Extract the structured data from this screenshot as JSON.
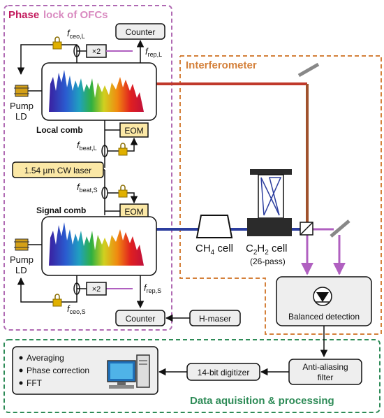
{
  "sections": {
    "ofc_title_part1": "Phase",
    "ofc_title_part2": "lock of OFCs",
    "interferometer_title": "Interferometer",
    "daq_title": "Data aquisition & processing"
  },
  "components": {
    "counter_top": "Counter",
    "counter_bottom": "Counter",
    "hmaser": "H-maser",
    "x2_top": "×2",
    "x2_bottom": "×2",
    "eom_top": "EOM",
    "eom_bottom": "EOM",
    "cw_laser": "1.54 µm CW laser",
    "pump_top_1": "Pump",
    "pump_top_2": "LD",
    "pump_bottom_1": "Pump",
    "pump_bottom_2": "LD",
    "local_comb": "Local comb",
    "signal_comb": "Signal comb",
    "ch4_cell_main": "CH",
    "ch4_cell_sub": "4",
    "ch4_cell_tail": " cell",
    "c2h2_c": "C",
    "c2h2_sub1": "2",
    "c2h2_h": "H",
    "c2h2_sub2": "2",
    "c2h2_tail": " cell",
    "c2h2_pass": "(26-pass)",
    "balanced_detection": "Balanced detection",
    "anti_aliasing_1": "Anti-aliasing",
    "anti_aliasing_2": "filter",
    "digitizer": "14-bit digitizer",
    "processing_items": [
      "Averaging",
      "Phase correction",
      "FFT"
    ]
  },
  "frequencies": {
    "f_ceo_L_main": "f",
    "f_ceo_L_sub": "ceo,L",
    "f_rep_L_main": "f",
    "f_rep_L_sub": "rep,L",
    "f_beat_L_main": "f",
    "f_beat_L_sub": "beat,L",
    "f_beat_S_main": "f",
    "f_beat_S_sub": "beat,S",
    "f_rep_S_main": "f",
    "f_rep_S_sub": "rep,S",
    "f_ceo_S_main": "f",
    "f_ceo_S_sub": "ceo,S"
  },
  "colors": {
    "ofc_border": "#b06ab3",
    "ofc_title_phase": "#c2185b",
    "ofc_title_rest": "#d98ac0",
    "interferometer_border": "#d4803a",
    "interferometer_title": "#d4803a",
    "daq_border": "#2e8b57",
    "daq_title": "#2e8b57",
    "local_beam": "#c0392b",
    "signal_beam": "#2c3e9e",
    "combined_beam": "#b060c0",
    "box_fill": "#eeeeee",
    "eom_fill": "#fbe8a6",
    "lock_color": "#e0b000"
  }
}
